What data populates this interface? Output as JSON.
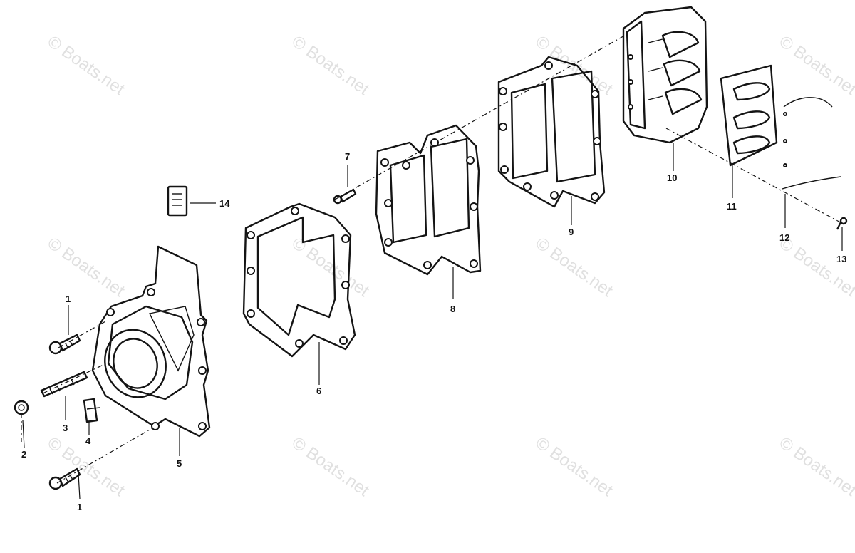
{
  "watermark": {
    "text": "© Boats.net"
  },
  "callouts": {
    "c1a": "1",
    "c1b": "1",
    "c2": "2",
    "c3": "3",
    "c4": "4",
    "c5": "5",
    "c6": "6",
    "c7": "7",
    "c8": "8",
    "c9": "9",
    "c10": "10",
    "c11": "11",
    "c12": "12",
    "c13": "13",
    "c14": "14"
  }
}
